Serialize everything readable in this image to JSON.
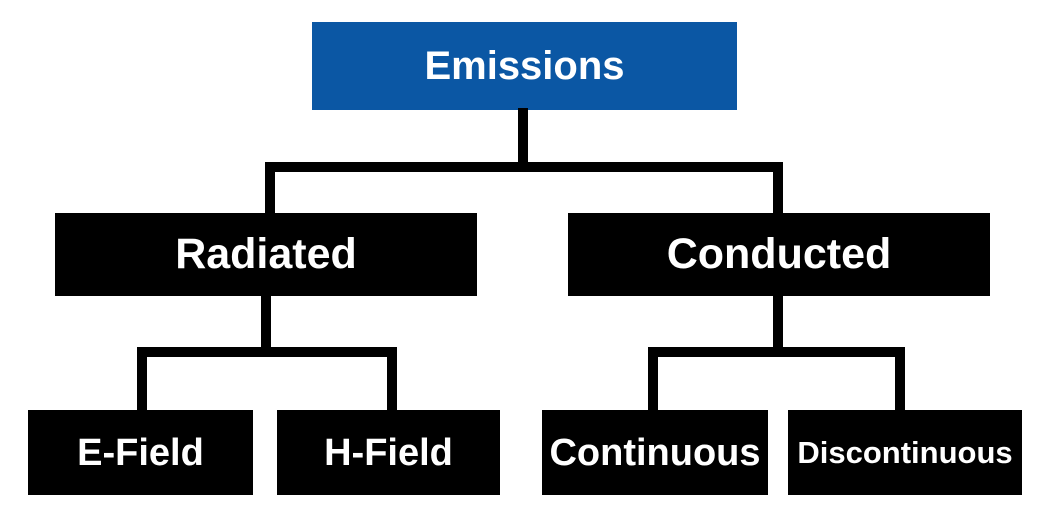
{
  "diagram": {
    "type": "tree",
    "background": "#FFFFFF",
    "colors": {
      "root_box": "#0B57A4",
      "child_box": "#000000",
      "connector": "#000000",
      "text": "#FFFFFF"
    },
    "tree": {
      "label": "Emissions",
      "children": [
        {
          "label": "Radiated",
          "children": [
            {
              "label": "E-Field"
            },
            {
              "label": "H-Field"
            }
          ]
        },
        {
          "label": "Conducted",
          "children": [
            {
              "label": "Continuous"
            },
            {
              "label": "Discontinuous"
            }
          ]
        }
      ]
    }
  }
}
